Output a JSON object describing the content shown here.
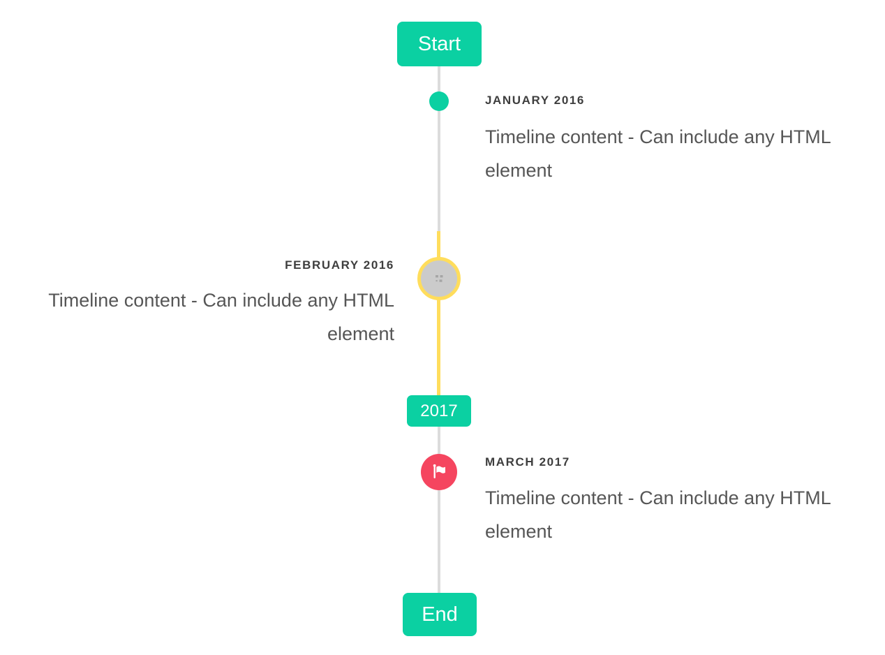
{
  "colors": {
    "accent_teal": "#0bd0a2",
    "warning_yellow": "#ffdd5c",
    "danger_red": "#f5455f",
    "line_gray": "#dcdcdc",
    "marker_gray_fill": "#cbcbcb",
    "title_text": "#3e3e3e",
    "content_text": "#565656",
    "page_bg": "#ffffff"
  },
  "timeline": {
    "start_label": "Start",
    "end_label": "End",
    "year_badge": "2017",
    "items": [
      {
        "period": "JANUARY 2016",
        "content": "Timeline content - Can include any HTML element",
        "side": "right",
        "marker": "teal-dot"
      },
      {
        "period": "FEBRUARY 2016",
        "content": "Timeline content - Can include any HTML element",
        "side": "left",
        "marker": "gray-circle-yellow-ring-broken-image"
      },
      {
        "period": "MARCH 2017",
        "content": "Timeline content - Can include any HTML element",
        "side": "right",
        "marker": "red-circle-flag"
      }
    ]
  },
  "icons": {
    "flag": "flag-icon",
    "broken_image": "broken-image-icon"
  }
}
